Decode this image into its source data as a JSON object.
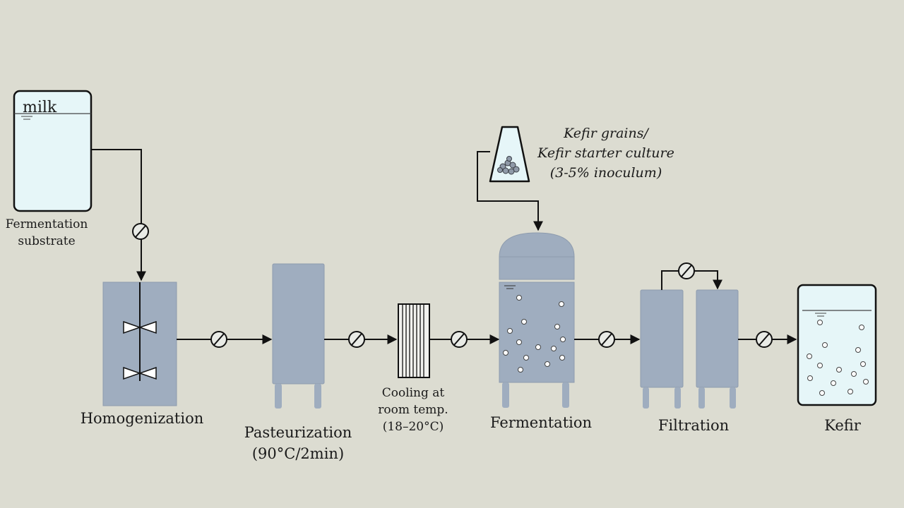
{
  "labels": {
    "milk": "milk",
    "substrate_line1": "Fermentation",
    "substrate_line2": "substrate",
    "homogenization": "Homogenization",
    "pasteurization_line1": "Pasteurization",
    "pasteurization_line2": "(90°C/2min)",
    "cooling_line1": "Cooling at",
    "cooling_line2": "room temp.",
    "cooling_line3": "(18–20°C)",
    "fermentation": "Fermentation",
    "filtration": "Filtration",
    "kefir": "Kefir",
    "inoculum_line1": "Kefir grains/",
    "inoculum_line2": "Kefir starter culture",
    "inoculum_line3": "(3-5% inoculum)"
  },
  "colors": {
    "background": "#dcdcd1",
    "vessel_fill": "#9fadbf",
    "vessel_stroke": "#8e9cae",
    "tank_fill": "#e6f6f8",
    "line": "#111111"
  },
  "icons": {
    "valve": "flow-valve-icon",
    "mixer": "impeller-icon",
    "heat_exchanger": "cooler-icon",
    "inoculum": "flask-icon"
  }
}
